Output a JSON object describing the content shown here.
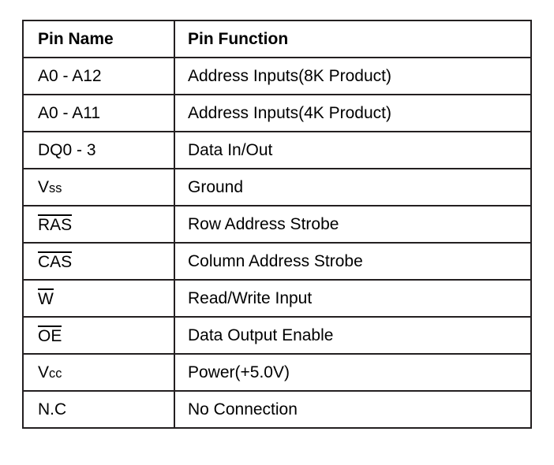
{
  "table": {
    "columns": [
      {
        "key": "pin_name",
        "label": "Pin Name"
      },
      {
        "key": "pin_function",
        "label": "Pin Function"
      }
    ],
    "rows": [
      {
        "pin_name": "A0 - A12",
        "pin_name_style": "plain",
        "pin_function": "Address Inputs(8K Product)"
      },
      {
        "pin_name": "A0 - A11",
        "pin_name_style": "plain",
        "pin_function": "Address Inputs(4K Product)"
      },
      {
        "pin_name": "DQ0 - 3",
        "pin_name_style": "plain",
        "pin_function": "Data In/Out"
      },
      {
        "pin_name": "Vss",
        "pin_name_style": "smallcaps",
        "pin_name_base": "V",
        "pin_name_sub": "ss",
        "pin_function": "Ground"
      },
      {
        "pin_name": "RAS",
        "pin_name_style": "overline",
        "pin_function": "Row Address Strobe"
      },
      {
        "pin_name": "CAS",
        "pin_name_style": "overline",
        "pin_function": "Column Address Strobe"
      },
      {
        "pin_name": "W",
        "pin_name_style": "overline",
        "pin_function": "Read/Write Input"
      },
      {
        "pin_name": "OE",
        "pin_name_style": "overline",
        "pin_function": "Data Output Enable"
      },
      {
        "pin_name": "Vcc",
        "pin_name_style": "smallcaps",
        "pin_name_base": "V",
        "pin_name_sub": "cc",
        "pin_function": "Power(+5.0V)"
      },
      {
        "pin_name": "N.C",
        "pin_name_style": "plain",
        "pin_function": "No Connection"
      }
    ]
  },
  "colors": {
    "border": "#231f20",
    "text": "#000000",
    "background": "#ffffff"
  }
}
